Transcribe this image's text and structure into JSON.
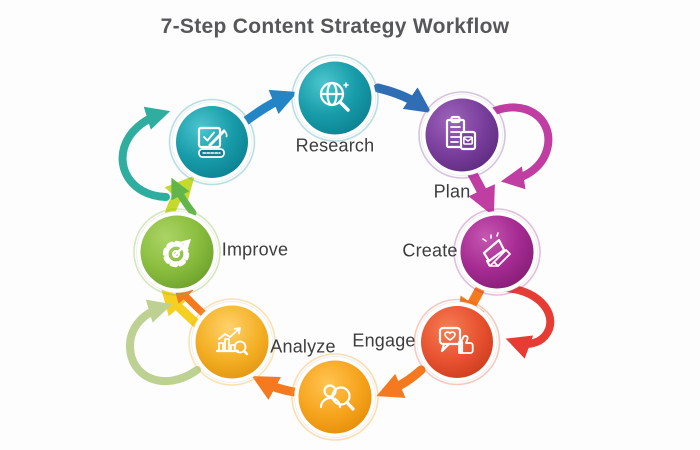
{
  "title": "7-Step Content Strategy Workflow",
  "title_color": "#56575a",
  "label_color": "#3d3d3d",
  "background": "#fdfdfd",
  "steps": [
    {
      "id": "research",
      "label": "Research",
      "color": "#189ca9",
      "icon": "magnifier-globe-icon"
    },
    {
      "id": "plan",
      "label": "Plan",
      "color": "#7b3f9d",
      "icon": "clipboard-checklist-phone-icon"
    },
    {
      "id": "create",
      "label": "Create",
      "color": "#a62b93",
      "icon": "megaphone-pencil-icon"
    },
    {
      "id": "engage",
      "label": "Engage",
      "color": "#e85230",
      "icon": "chat-heart-thumbs-up-icon"
    },
    {
      "id": "audience-review",
      "label": "",
      "color": "#f7a41d",
      "icon": "person-magnifier-icon"
    },
    {
      "id": "analyze",
      "label": "Analyze",
      "color": "#f3ae23",
      "icon": "bar-chart-growth-magnifier-icon"
    },
    {
      "id": "improve",
      "label": "Improve",
      "color": "#8bbe3f",
      "icon": "gear-arrow-icon"
    },
    {
      "id": "start",
      "label": "",
      "color": "#189ca9",
      "icon": "pencil-check-banner-icon"
    }
  ],
  "arrow_colors": {
    "blue_in": "#2385c6",
    "blue_out": "#2f6eb5",
    "magenta": "#c03da2",
    "orange": "#f4791f",
    "red": "#e73c34",
    "yellow": "#f5d021",
    "pale_green": "#bdd193",
    "yellow_green": "#c6d92f",
    "green": "#62b54a",
    "teal": "#2fae9f"
  }
}
